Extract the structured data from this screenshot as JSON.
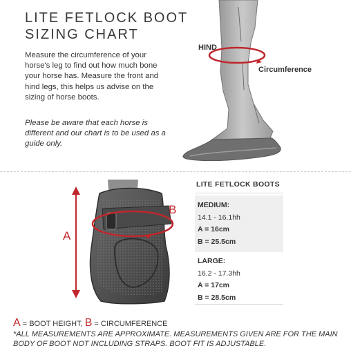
{
  "header": {
    "title_line1": "LITE FETLOCK BOOT",
    "title_line2": "SIZING CHART"
  },
  "intro": {
    "description": "Measure the circumference of your horse's leg to find out how much bone your horse has. Measure the front and hind legs, this helps us advise on the sizing of horse boots.",
    "note": "Please be aware that each horse is different and our chart is to be used as a guide only."
  },
  "leg_diagram": {
    "hind_label": "HIND",
    "circumference_label": "Circumference"
  },
  "boot_diagram": {
    "a_label": "A",
    "b_label": "B"
  },
  "table": {
    "title": "LITE FETLOCK BOOTS",
    "sizes": [
      {
        "name": "MEDIUM:",
        "range": "14.1 - 16.1hh",
        "a": "A = 16cm",
        "b": "B = 25.5cm"
      },
      {
        "name": "LARGE:",
        "range": "16.2 - 17.3hh",
        "a": "A = 17cm",
        "b": "B = 28.5cm"
      }
    ]
  },
  "legend": {
    "a_letter": "A",
    "a_text": " = BOOT HEIGHT, ",
    "b_letter": "B",
    "b_text": " = CIRCUMFERENCE"
  },
  "footnote": "*ALL MEASUREMENTS ARE APPROXIMATE. MEASUREMENTS GIVEN ARE FOR THE MAIN BODY OF BOOT NOT INCLUDING STRAPS. BOOT FIT IS ADJUSTABLE.",
  "colors": {
    "accent": "#c0272d",
    "shade": "#efefef",
    "text": "#333333"
  }
}
